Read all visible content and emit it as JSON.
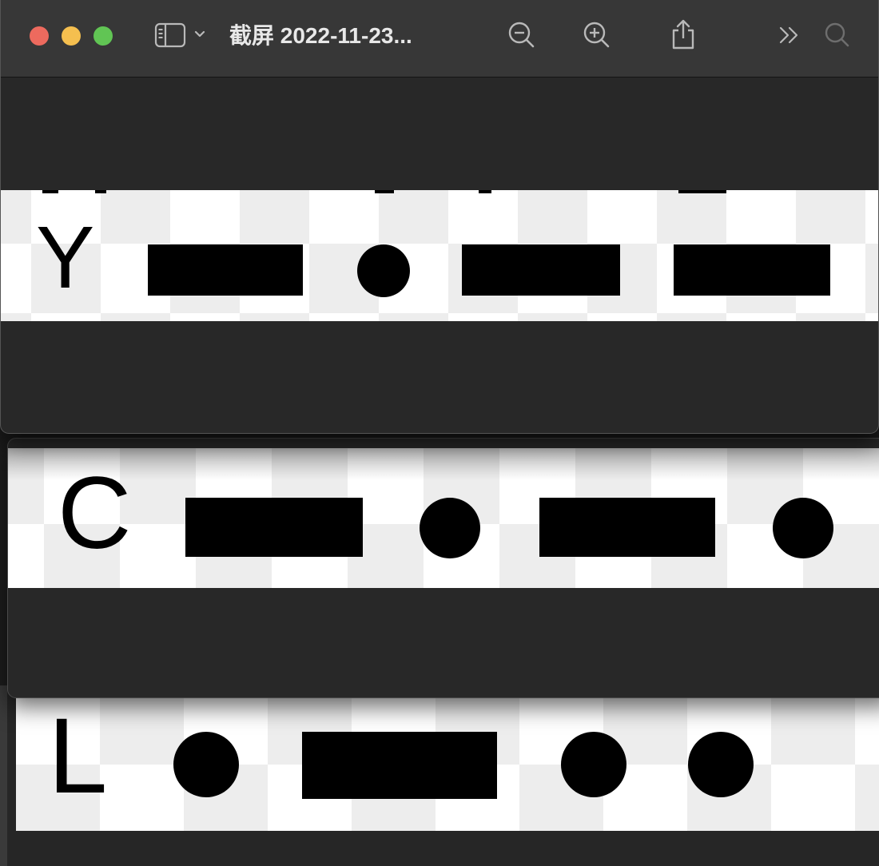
{
  "window": {
    "title": "截屏 2022-11-23...",
    "traffic_lights": {
      "close": "#ed6a5e",
      "minimize": "#f5bf4f",
      "zoom": "#61c554"
    }
  },
  "toolbar": {
    "sidebar_toggle": "sidebar-icon",
    "zoom_out": "zoom-out-icon",
    "zoom_in": "zoom-in-icon",
    "share": "share-icon",
    "more": "chevron-double-right-icon",
    "search": "search-icon"
  },
  "strips": [
    {
      "letter": "Y",
      "morse": "-.--"
    },
    {
      "letter": "C",
      "morse": "-.-."
    },
    {
      "letter": "L",
      "morse": ".-.."
    }
  ],
  "colors": {
    "window_bg": "#282828",
    "titlebar_bg": "#373737",
    "title_text": "#e8e8e8"
  }
}
